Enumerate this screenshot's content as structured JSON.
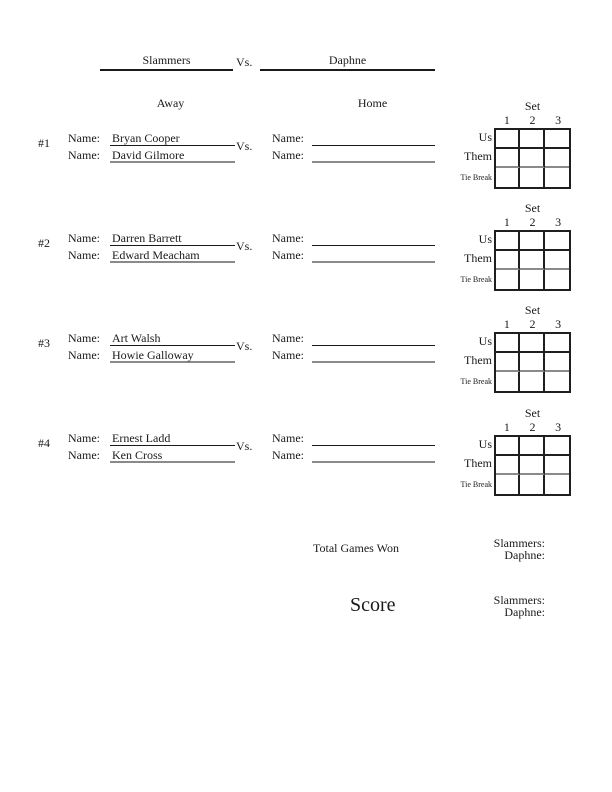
{
  "header": {
    "away_team": "Slammers",
    "vs": "Vs.",
    "home_team": "Daphne",
    "away_column": "Away",
    "home_column": "Home"
  },
  "field_labels": {
    "name": "Name:",
    "vs": "Vs."
  },
  "matches": [
    {
      "number": "#1",
      "away_players": [
        "Bryan Cooper",
        "David Gilmore"
      ],
      "home_players": [
        "",
        ""
      ]
    },
    {
      "number": "#2",
      "away_players": [
        "Darren Barrett",
        "Edward Meacham"
      ],
      "home_players": [
        "",
        ""
      ]
    },
    {
      "number": "#3",
      "away_players": [
        "Art Walsh",
        "Howie Galloway"
      ],
      "home_players": [
        "",
        ""
      ]
    },
    {
      "number": "#4",
      "away_players": [
        "Ernest Ladd",
        "Ken Cross"
      ],
      "home_players": [
        "",
        ""
      ]
    }
  ],
  "set_grid": {
    "title": "Set",
    "columns": [
      "1",
      "2",
      "3"
    ],
    "row_labels": [
      "Us",
      "Them",
      "Tie Break"
    ],
    "scores": [
      [
        "",
        "",
        ""
      ],
      [
        "",
        "",
        ""
      ],
      [
        "",
        "",
        ""
      ]
    ]
  },
  "summary": {
    "total_games_won_label": "Total Games Won",
    "total_games_won": {
      "away_label": "Slammers:",
      "away_value": "",
      "home_label": "Daphne:",
      "home_value": ""
    },
    "score_label": "Score",
    "score": {
      "away_label": "Slammers:",
      "away_value": "",
      "home_label": "Daphne:",
      "home_value": ""
    }
  },
  "colors": {
    "background": "#ffffff",
    "text": "#1a1a1a",
    "line_black": "#1a1a1a",
    "line_gray": "#8a8a8a"
  }
}
